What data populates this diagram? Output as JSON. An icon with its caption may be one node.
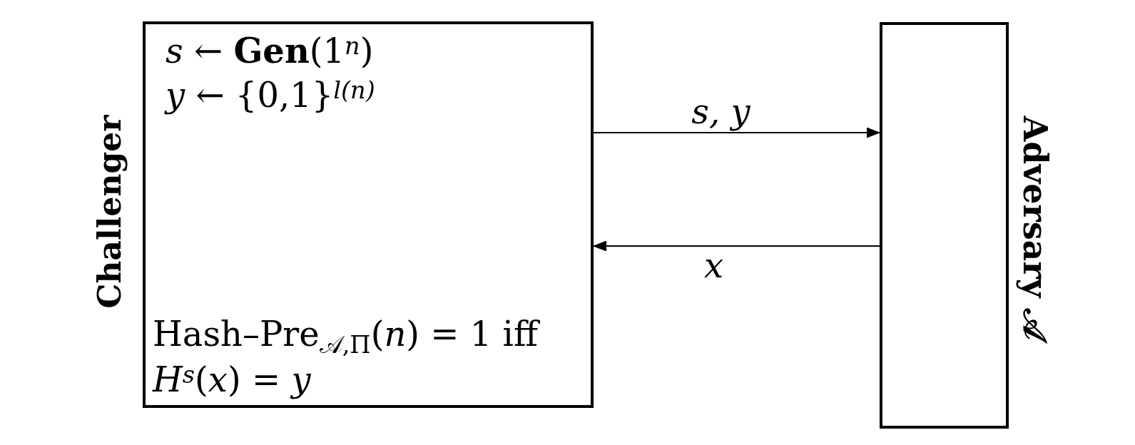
{
  "diagram": {
    "nodes": [
      {
        "text": [
          "Challenger",
          "*s* ← **Gen**(1$^{n}$)",
          "*y* ← {0,1}$^{l(n)}$",
          "Hash–Pre$_{𝒜,Π}$(*n*) = 1 iff *H*$^{s}$(*x*) = *y*"
        ]
      },
      {
        "text": [
          "Adversary 𝒜"
        ]
      }
    ],
    "edges": [
      {
        "from": 0,
        "to": 1,
        "arrow": "to",
        "label": "s, y"
      },
      {
        "from": 1,
        "to": 0,
        "arrow": "to",
        "label": "x"
      }
    ]
  }
}
